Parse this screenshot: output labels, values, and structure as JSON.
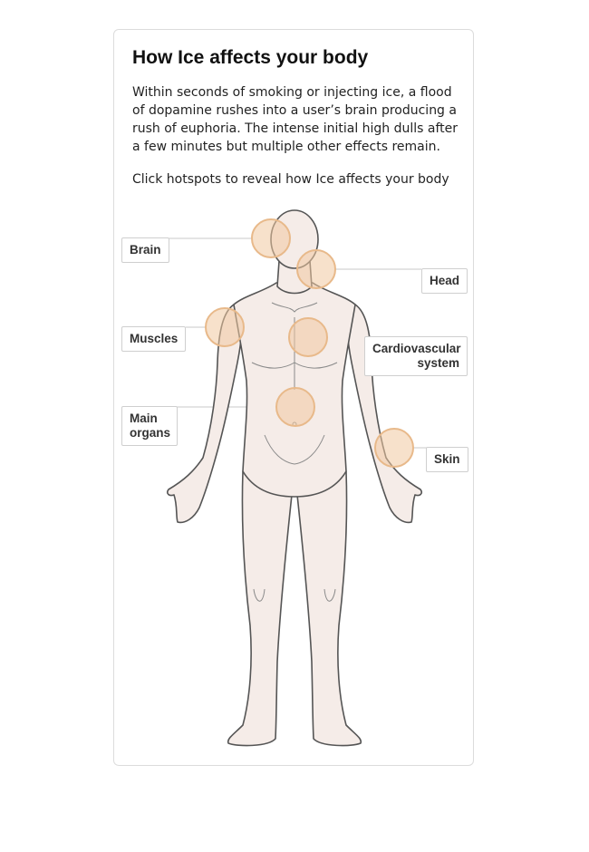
{
  "title": "How Ice affects your body",
  "intro": "Within seconds of smoking or injecting ice, a flood of dopamine rushes into a user’s brain producing a rush of euphoria. The intense initial high dulls after a few minutes but multiple other effects remain.",
  "instruction": "Click hotspots to reveal how Ice affects your body",
  "colors": {
    "hotspot_fill": "#f0c9a0",
    "hotspot_stroke": "#e8b98a",
    "body_fill": "#f5ece8",
    "body_outline": "#555555",
    "leader_line": "#c8c8c8"
  },
  "hotspots": {
    "brain": {
      "label": "Brain"
    },
    "head": {
      "label": "Head"
    },
    "muscles": {
      "label": "Muscles"
    },
    "cardiovascular": {
      "label": "Cardiovascular system"
    },
    "main_organs": {
      "label": "Main organs"
    },
    "skin": {
      "label": "Skin"
    }
  }
}
